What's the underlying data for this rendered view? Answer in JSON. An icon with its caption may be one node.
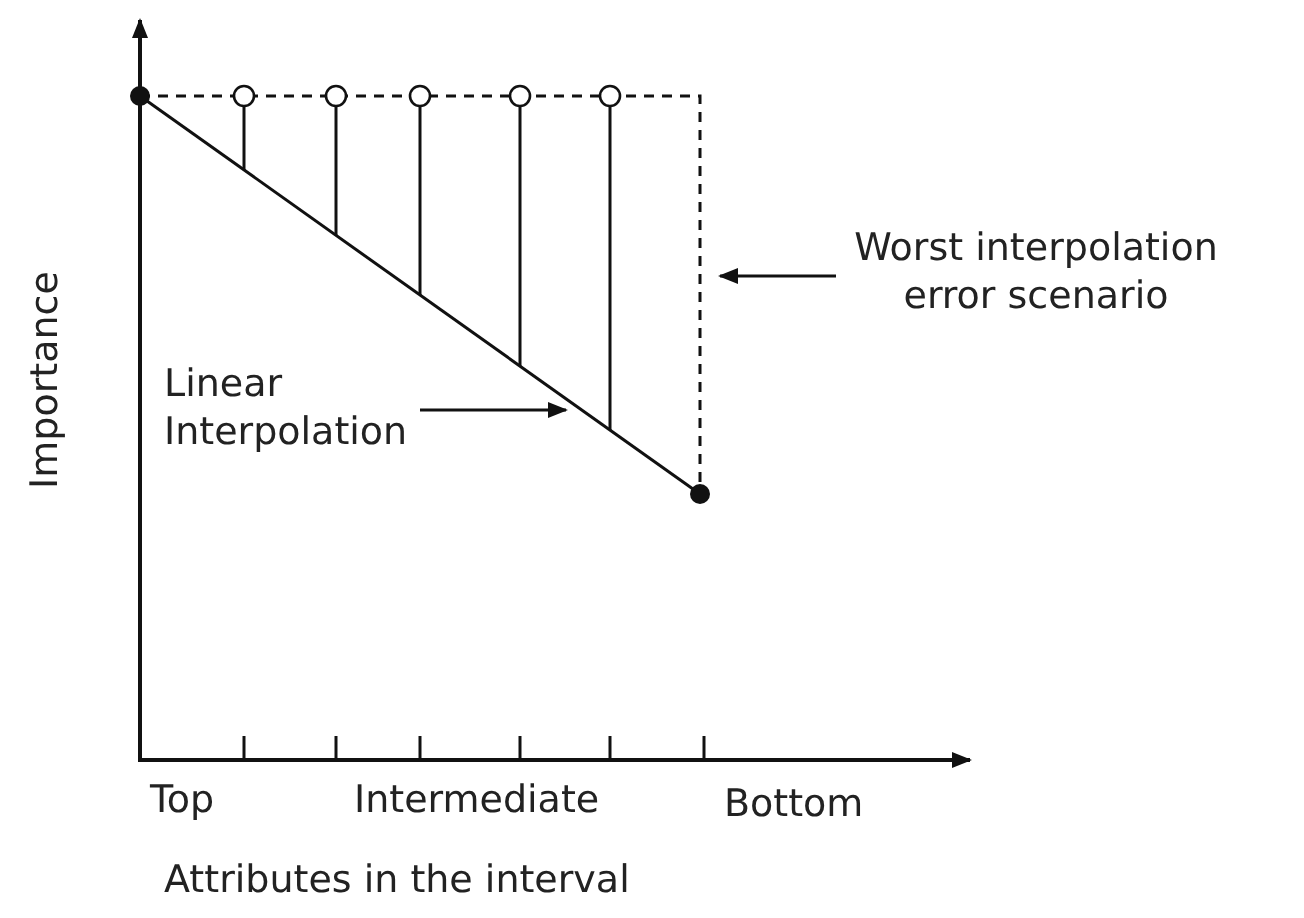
{
  "diagram": {
    "nodes": [
      {
        "text": [
          "Linear Interpolation"
        ]
      },
      {
        "text": [
          "Worst interpolation error scenario"
        ]
      }
    ],
    "edges": [
      {
        "from": 0,
        "to": null,
        "arrow": "to"
      },
      {
        "from": 1,
        "to": null,
        "arrow": "to"
      }
    ],
    "labels": [
      "Importance",
      "Top",
      "Intermediate",
      "Bottom",
      "Attributes in the interval"
    ]
  }
}
